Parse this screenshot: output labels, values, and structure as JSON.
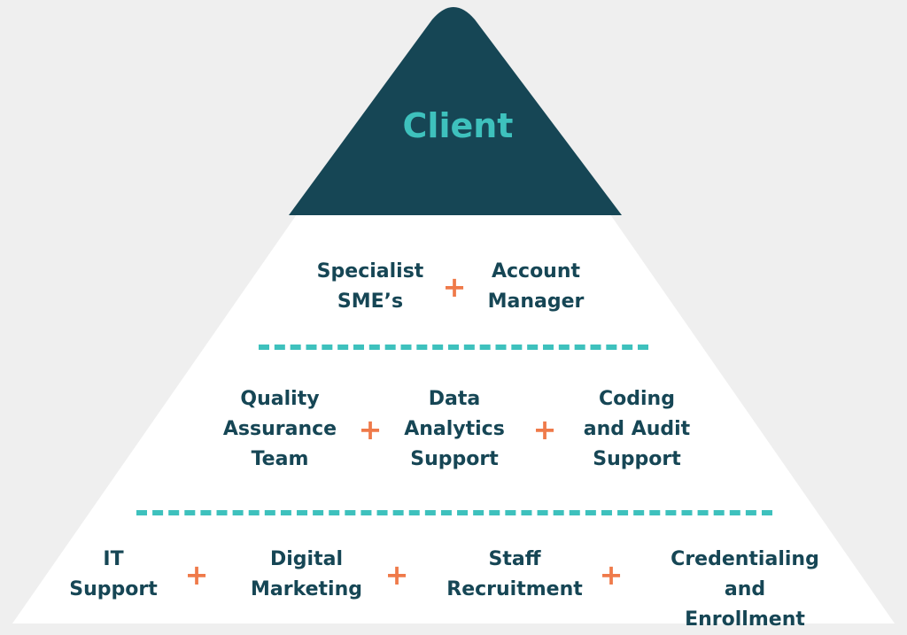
{
  "colors": {
    "background": "#efefef",
    "apex": "#164655",
    "body": "#ffffff",
    "title": "#3ec1bd",
    "label": "#164655",
    "plus": "#ef7a4a",
    "divider": "#3ec1bd"
  },
  "apex": {
    "title": "Client"
  },
  "tiers": [
    {
      "items": [
        "Specialist\nSME’s",
        "Account\nManager"
      ],
      "separator": "+"
    },
    {
      "items": [
        "Quality\nAssurance\nTeam",
        "Data\nAnalytics\nSupport",
        "Coding\nand Audit\nSupport"
      ],
      "separator": "+"
    },
    {
      "items": [
        "IT\nSupport",
        "Digital\nMarketing",
        "Staff\nRecruitment",
        "Credentialing\nand Enrollment"
      ],
      "separator": "+"
    }
  ]
}
